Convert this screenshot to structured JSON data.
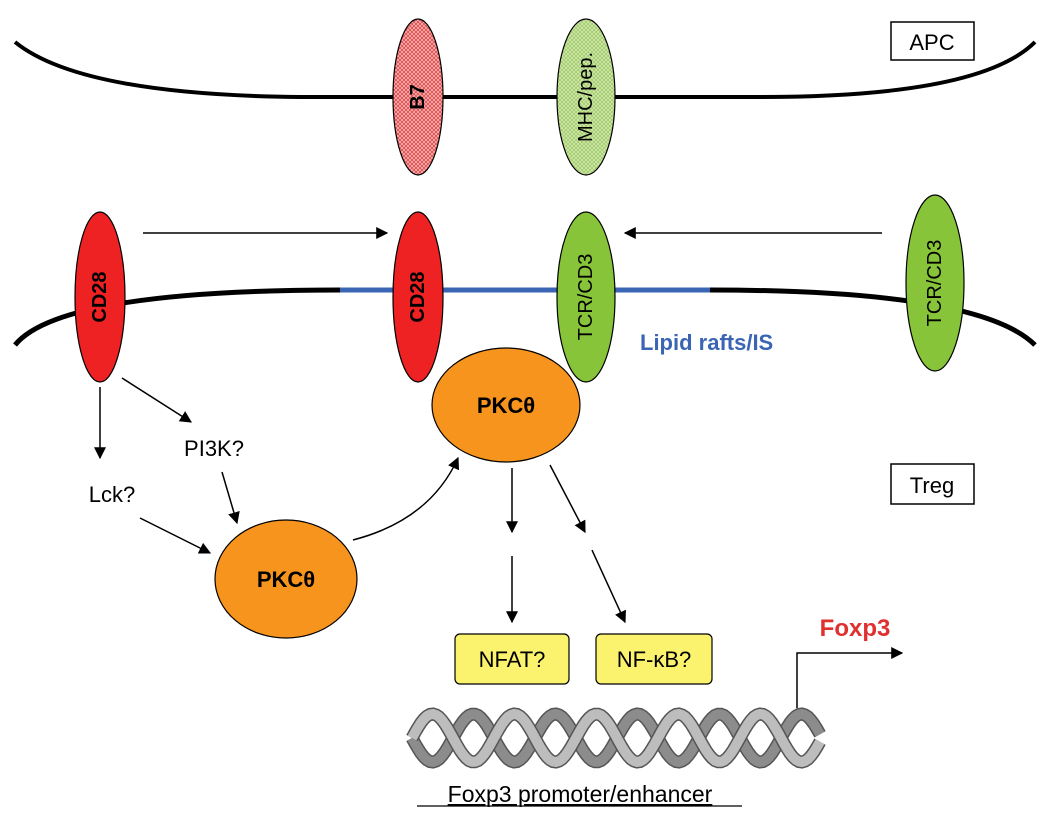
{
  "labels": {
    "apc": "APC",
    "treg": "Treg",
    "b7": "B7",
    "mhc": "MHC/pep.",
    "cd28_left": "CD28",
    "cd28_center": "CD28",
    "tcr_center": "TCR/CD3",
    "tcr_right": "TCR/CD3",
    "lipid_rafts": "Lipid rafts/IS",
    "pkc_upper": "PKCθ",
    "pkc_lower": "PKCθ",
    "pi3k": "PI3K?",
    "lck": "Lck?",
    "nfat": "NFAT?",
    "nfkb": "NF-κB?",
    "foxp3": "Foxp3",
    "promoter": "Foxp3 promoter/enhancer"
  },
  "colors": {
    "red_receptor": "#ee2222",
    "green_receptor": "#88c43a",
    "pkc_orange": "#f7941d",
    "raft_blue": "#3a64b4",
    "foxp3_red": "#e03030",
    "tf_box_yellow": "#fbf26e",
    "dna_gray": "#9a9a9a"
  }
}
